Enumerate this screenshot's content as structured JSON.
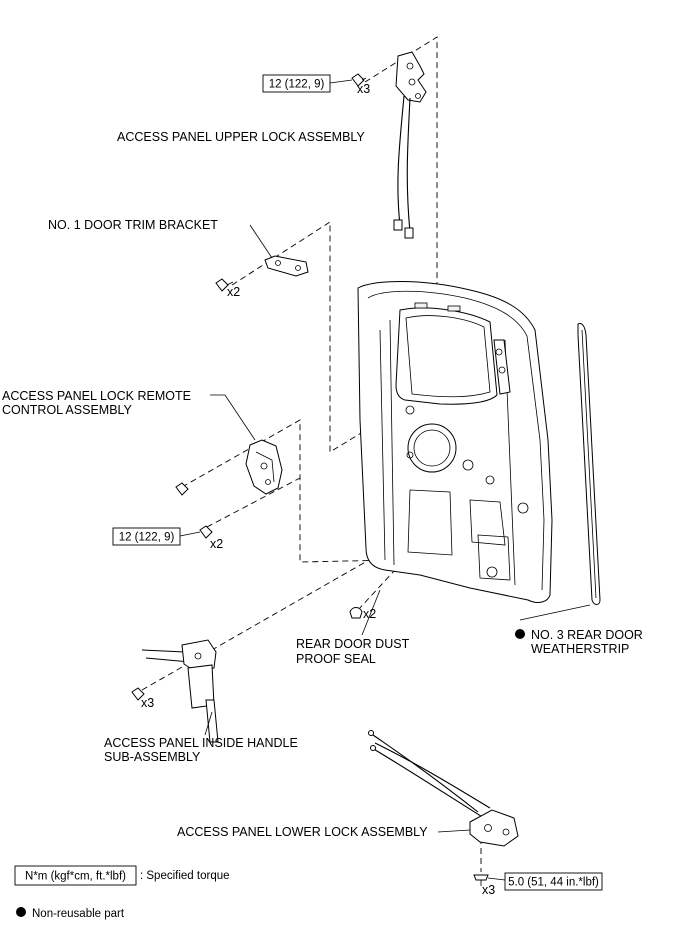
{
  "labels": {
    "upper_lock": "ACCESS PANEL UPPER LOCK ASSEMBLY",
    "trim_bracket": "NO. 1 DOOR TRIM BRACKET",
    "remote_control_line1": "ACCESS PANEL LOCK REMOTE",
    "remote_control_line2": "CONTROL ASSEMBLY",
    "dust_seal_line1": "REAR DOOR DUST",
    "dust_seal_line2": "PROOF SEAL",
    "weatherstrip_line1": "NO. 3 REAR DOOR",
    "weatherstrip_line2": "WEATHERSTRIP",
    "inside_handle_line1": "ACCESS PANEL INSIDE HANDLE",
    "inside_handle_line2": "SUB-ASSEMBLY",
    "lower_lock": "ACCESS PANEL LOWER LOCK ASSEMBLY"
  },
  "torques": {
    "upper_lock": "12 (122, 9)",
    "remote_control": "12 (122, 9)",
    "lower_lock": "5.0 (51, 44 in.*lbf)"
  },
  "quantities": {
    "upper_bolts": "x3",
    "bracket_screws": "x2",
    "remote_bolts": "x2",
    "dust_seal": "x2",
    "handle_screws": "x3",
    "lower_screws": "x3"
  },
  "legend": {
    "torque_unit": "N*m (kgf*cm, ft.*lbf)",
    "torque_desc": ": Specified torque",
    "nonreusable_desc": "Non-reusable part"
  }
}
